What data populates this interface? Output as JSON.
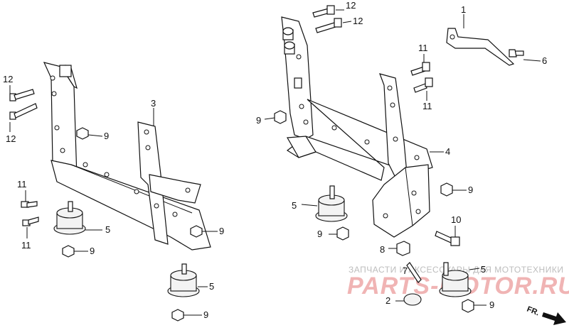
{
  "callouts": {
    "c1": "1",
    "c2": "2",
    "c3": "3",
    "c4": "4",
    "c5a": "5",
    "c5b": "5",
    "c5c": "5",
    "c5d": "5",
    "c6": "6",
    "c7": "7",
    "c8": "8",
    "c9a": "9",
    "c9b": "9",
    "c9c": "9",
    "c9d": "9",
    "c9e": "9",
    "c9f": "9",
    "c9g": "9",
    "c9h": "9",
    "c10": "10",
    "c11a": "11",
    "c11b": "11",
    "c11c": "11",
    "c11d": "11",
    "c12a": "12",
    "c12b": "12",
    "c12c": "12",
    "c12d": "12"
  },
  "watermark": {
    "top_text": "ЗАПЧАСТИ И АКСЕССУАРЫ ДЛЯ МОТОТЕХНИКИ",
    "brand_text": "PARTS-MOTOR.RU",
    "brand_color": "#f0b4b4"
  },
  "direction": {
    "label": "FR.",
    "icon": "arrow-down-right-icon"
  }
}
